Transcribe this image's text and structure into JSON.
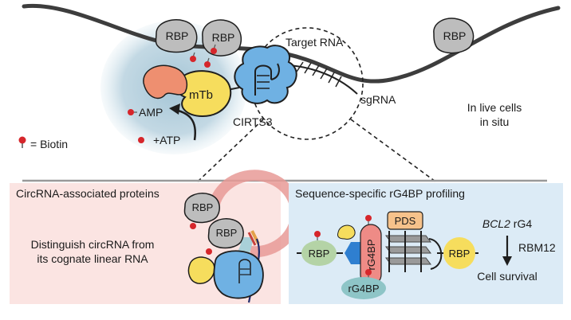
{
  "top": {
    "rbp_labels": [
      "RBP",
      "RBP",
      "RBP"
    ],
    "target_rna": "Target RNA",
    "mtb": "mTb",
    "amp": "AMP",
    "atp": "+ATP",
    "cirts3": "CIRTS3",
    "sgrna": "sgRNA",
    "biotin_legend": "= Biotin",
    "live_cells_line1": "In live cells",
    "live_cells_line2": "in situ"
  },
  "left_panel": {
    "title": "CircRNA-associated proteins",
    "desc_line1": "Distinguish circRNA from",
    "desc_line2": "its cognate linear RNA",
    "rbp_labels": [
      "RBP",
      "RBP"
    ]
  },
  "right_panel": {
    "title": "Sequence-specific rG4BP profiling",
    "rbp_left": "RBP",
    "rg4bp_vertical": "rG4BP",
    "pds": "PDS",
    "rbp_right": "RBP",
    "rg4bp_bottom": "rG4BP",
    "gene": "BCL2",
    "rg4": " rG4",
    "rbm12": "RBM12",
    "outcome": "Cell survival"
  },
  "colors": {
    "rna_strand": "#3d3d3d",
    "rbp_fill": "#bdbdbd",
    "halo": "#a9c6d6",
    "salmon": "#ee8f70",
    "yellow": "#f6dd5d",
    "cirts_blue": "#6fb1e3",
    "biotin": "#d6262b",
    "left_panel_bg": "#fbe4e2",
    "right_panel_bg": "#dcebf6",
    "pds": "#f6c28b",
    "rg4bp_pink": "#ee8b86",
    "rg4bp_teal": "#8ec5c7",
    "rbp_green": "#b4d3a6",
    "hexagon_blue": "#2f7fd0"
  }
}
